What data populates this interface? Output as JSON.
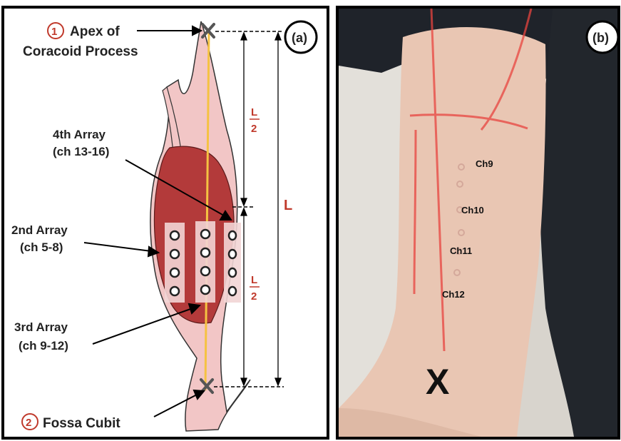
{
  "panel_a": {
    "badge": "(a)",
    "landmark1": {
      "number": "1",
      "line1": "Apex of",
      "line2": "Coracoid Process"
    },
    "landmark2": {
      "number": "2",
      "label": "Fossa Cubit"
    },
    "array4": {
      "line1": "4th Array",
      "line2": "(ch 13-16)"
    },
    "array2": {
      "line1": "2nd Array",
      "line2": "(ch 5-8)"
    },
    "array3": {
      "line1": "3rd Array",
      "line2": "(ch 9-12)"
    },
    "half_upper": {
      "num": "L",
      "den": "2"
    },
    "half_lower": {
      "num": "L",
      "den": "2"
    },
    "length_label": "L",
    "colors": {
      "muscle": "#b33a3a",
      "tendon": "#f2c6c6",
      "red_text": "#c0392b",
      "midline": "#f5c242"
    }
  },
  "panel_b": {
    "badge": "(b)",
    "channels": [
      "Ch9",
      "Ch10",
      "Ch11",
      "Ch12"
    ],
    "marker": "X"
  }
}
